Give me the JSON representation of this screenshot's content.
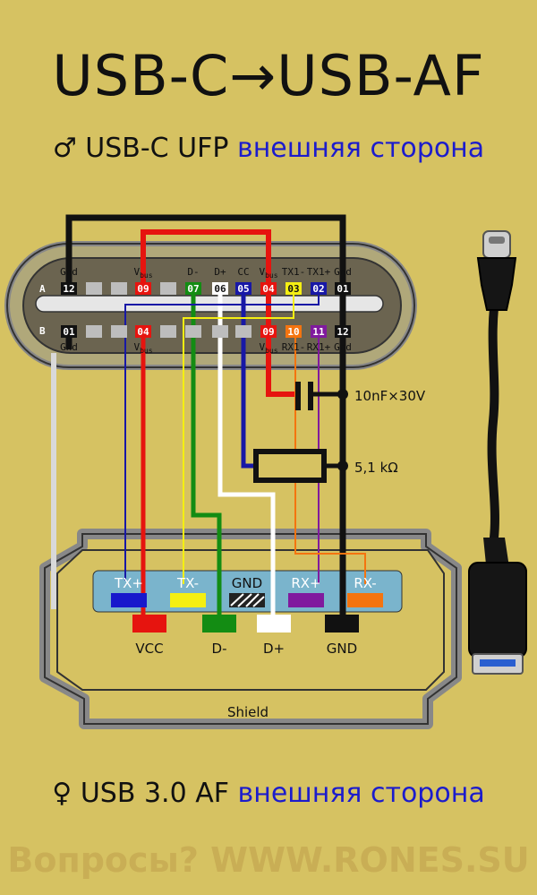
{
  "title": "USB-C→USB-AF",
  "subtitle_top": {
    "symbol": "♂",
    "main": "USB-C UFP",
    "accent": "внешняя сторона"
  },
  "subtitle_bottom": {
    "symbol": "♀",
    "main": "USB 3.0 AF",
    "accent": "внешняя сторона"
  },
  "usb_c": {
    "row_a": {
      "letter": "A",
      "pins": [
        "12",
        "",
        "",
        "09",
        "",
        "07",
        "06",
        "05",
        "04",
        "03",
        "02",
        "01"
      ],
      "labels": [
        "Gnd",
        "",
        "",
        "Vbus",
        "",
        "D-",
        "D+",
        "CC",
        "Vbus",
        "TX1-",
        "TX1+",
        "Gnd"
      ]
    },
    "row_b": {
      "letter": "B",
      "pins": [
        "01",
        "",
        "",
        "04",
        "",
        "",
        "",
        "",
        "09",
        "10",
        "11",
        "12"
      ],
      "labels": [
        "Gnd",
        "",
        "",
        "Vbus",
        "",
        "",
        "",
        "",
        "Vbus",
        "RX1-",
        "RX1+",
        "Gnd"
      ]
    },
    "bus_sub": "bus"
  },
  "components": {
    "capacitor": "10nF×30V",
    "resistor": "5,1 kΩ"
  },
  "usb_a": {
    "top_pins": [
      "TX+",
      "TX-",
      "GND",
      "RX+",
      "RX-"
    ],
    "bottom_pins": [
      "VCC",
      "D-",
      "D+",
      "GND"
    ],
    "shield": "Shield"
  },
  "colors": {
    "background": "#d6c262",
    "red": "#e6140f",
    "green": "#138c13",
    "white": "#ffffff",
    "blue": "#1818a6",
    "yellow": "#f5ef12",
    "purple": "#801a9e",
    "orange": "#f4740f",
    "black": "#111111",
    "gray": "#bfbfbf",
    "accent_text": "#1c1ccc"
  },
  "footer": "Вопросы? WWW.RONES.SU"
}
